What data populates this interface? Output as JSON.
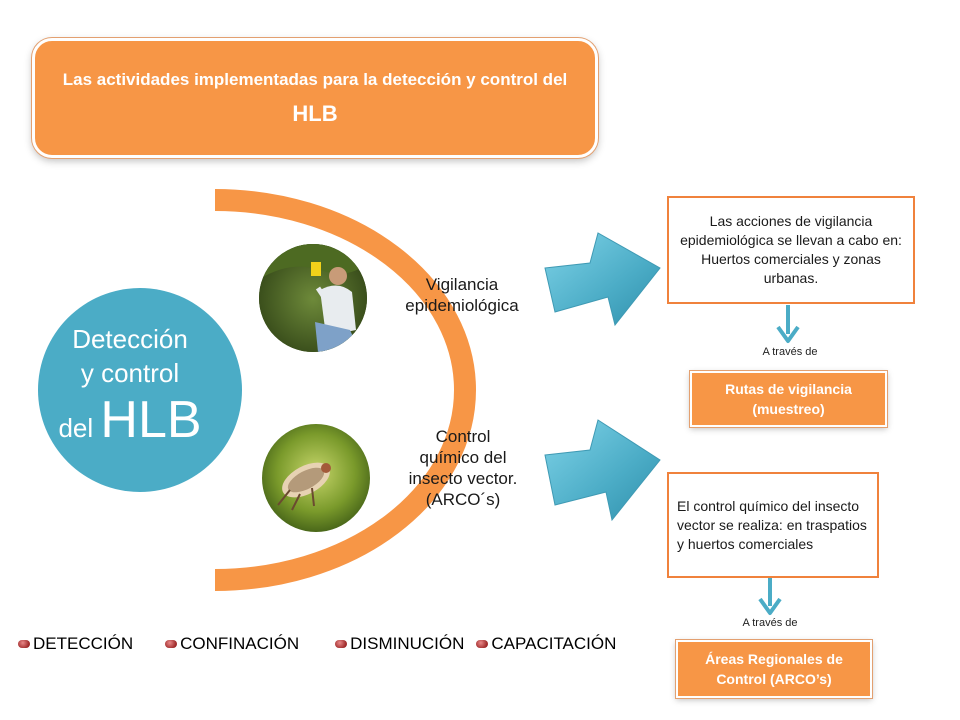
{
  "title": {
    "text": "Las actividades implementadas para la detección y control del",
    "emphasis": "HLB"
  },
  "center": {
    "line1": "Detección",
    "line2": "y control",
    "line3a": "del",
    "line3b": "HLB"
  },
  "nodes": [
    {
      "label_line1": "Vigilancia",
      "label_line2": "epidemiológica",
      "image": "farmer-inspecting-trap"
    },
    {
      "label_line1": "Control",
      "label_line2": "químico del",
      "label_line3": "insecto vector.",
      "label_line4": "(ARCO´s)",
      "image": "psyllid-insect"
    }
  ],
  "details": {
    "vigilancia_text": "Las acciones de vigilancia epidemiológica se llevan a cabo en: Huertos comerciales y  zonas urbanas.",
    "vigilancia_via": "A través de",
    "vigilancia_means_line1": "Rutas de vigilancia",
    "vigilancia_means_line2": "(muestreo)",
    "control_text": "El control químico del insecto vector se realiza: en traspatios y huertos comerciales",
    "control_via": "A través de",
    "control_means_line1": "Áreas Regionales de",
    "control_means_line2": "Control (ARCO’s)"
  },
  "bullets": [
    "DETECCIÓN",
    "CONFINACIÓN",
    "DISMINUCIÓN",
    "CAPACITACIÓN"
  ],
  "colors": {
    "orange": "#f79646",
    "teal": "#4bacc6",
    "arrow": "#4bacc6",
    "bullet": "#c0504d"
  }
}
